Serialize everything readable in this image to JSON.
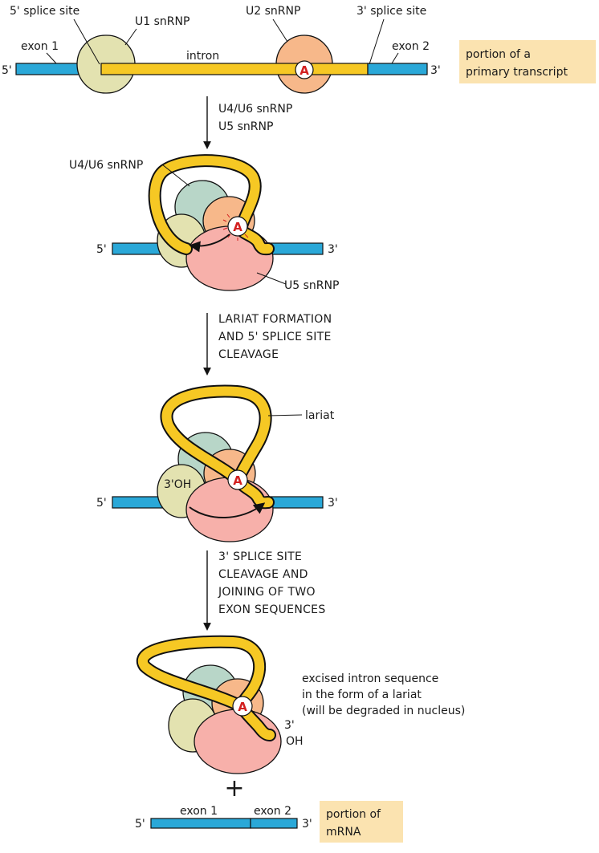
{
  "colors": {
    "exon": "#2aa8d8",
    "intron": "#f6c824",
    "u1": "#e3e2b0",
    "u2": "#f7b88a",
    "u4u6": "#b8d6c8",
    "u5": "#f7b0aa",
    "callout_bg": "#fbe3b0",
    "branch_a": "#d21f1f"
  },
  "top": {
    "five_prime_splice_site": "5' splice site",
    "u1": "U1 snRNP",
    "u2": "U2 snRNP",
    "three_prime_splice_site": "3' splice site",
    "exon1": "exon 1",
    "intron": "intron",
    "exon2": "exon 2",
    "end5": "5'",
    "end3": "3'",
    "branch": "A",
    "callout_line1": "portion of a",
    "callout_line2": "primary transcript"
  },
  "step1": {
    "line1": "U4/U6 snRNP",
    "line2": "U5 snRNP"
  },
  "stage2": {
    "u4u6": "U4/U6 snRNP",
    "u5": "U5 snRNP",
    "end5": "5'",
    "end3": "3'",
    "branch": "A"
  },
  "step2": {
    "line1": "LARIAT FORMATION",
    "line2": "AND 5' SPLICE SITE",
    "line3": "CLEAVAGE"
  },
  "stage3": {
    "lariat": "lariat",
    "oh": "3'OH",
    "end5": "5'",
    "end3": "3'",
    "branch": "A"
  },
  "step3": {
    "line1": "3' SPLICE SITE",
    "line2": "CLEAVAGE AND",
    "line3": "JOINING OF TWO",
    "line4": "EXON SEQUENCES"
  },
  "stage4": {
    "desc_line1": "excised intron sequence",
    "desc_line2": "in the form of a lariat",
    "desc_line3": "(will be degraded in nucleus)",
    "three": "3'",
    "oh": "OH",
    "branch": "A"
  },
  "plus": "+",
  "mrna": {
    "end5": "5'",
    "exon1": "exon 1",
    "exon2": "exon 2",
    "end3": "3'",
    "callout_line1": "portion of",
    "callout_line2": "mRNA"
  }
}
